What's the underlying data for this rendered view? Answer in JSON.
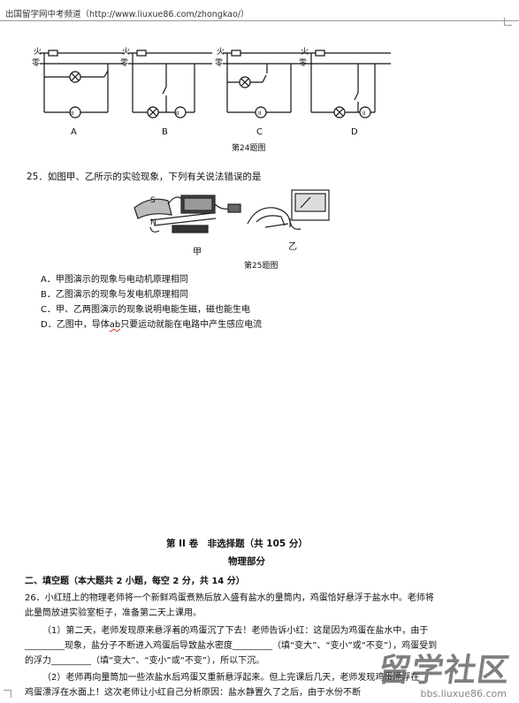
{
  "header": {
    "text": "出国留学网中考频道（http://www.liuxue86.com/zhongkao/）"
  },
  "q24": {
    "labels": {
      "live": "火",
      "neutral": "零"
    },
    "options": [
      "A",
      "B",
      "C",
      "D"
    ],
    "caption": "第24题图"
  },
  "q25": {
    "stem": "25．如图甲、乙所示的实验现象，下列有关说法错误的是",
    "figure_labels": {
      "jia": "甲",
      "yi": "乙",
      "s": "S",
      "n": "N"
    },
    "caption": "第25题图",
    "options": [
      "A．甲图演示的现象与电动机原理相同",
      "B．乙图演示的现象与发电机原理相同",
      "C．甲、乙两图演示的现象说明电能生磁，磁也能生电"
    ],
    "option_d": {
      "before": "D．乙图中，导体",
      "ab": "ab",
      "after": "只要运动就能在电路中产生感应电流"
    }
  },
  "part2": {
    "title": "第 II 卷　非选择题（共 105 分）",
    "subtitle": "物理部分",
    "section": "二、填空题（本大题共 2 小题，每空 2 分，共 14 分）",
    "q26_line1": "26．小红班上的物理老师将一个新鲜鸡蛋煮熟后放入盛有盐水的量筒内，鸡蛋恰好悬浮于盐水中。老师将",
    "q26_line2": "此量筒放进实验室柜子，准备第二天上课用。",
    "q26_p1_line1": "（1）第二天，老师发现原来悬浮着的鸡蛋沉了下去！老师告诉小红：这是因为鸡蛋在盐水中，由于",
    "q26_p1_line2": "_________现象，盐分子不断进入鸡蛋后导致盐水密度_________（填“变大”、“变小”或“不变”），鸡蛋受到",
    "q26_p1_line3": "的浮力_________（填“变大”、“变小”或“不变”），所以下沉。",
    "q26_p2_line1": "（2）老师再向量筒加一些浓盐水后鸡蛋又重新悬浮起来。但上完课后几天，老师发现鸡蛋漂浮在",
    "q26_p2_line2": "鸡蛋漂浮在水面上！这次老师让小红自己分析原因：盐水静置久了之后，由于水份不断"
  },
  "watermark": {
    "main": "留学社区",
    "sub": "bbs.liuxue86.com"
  }
}
